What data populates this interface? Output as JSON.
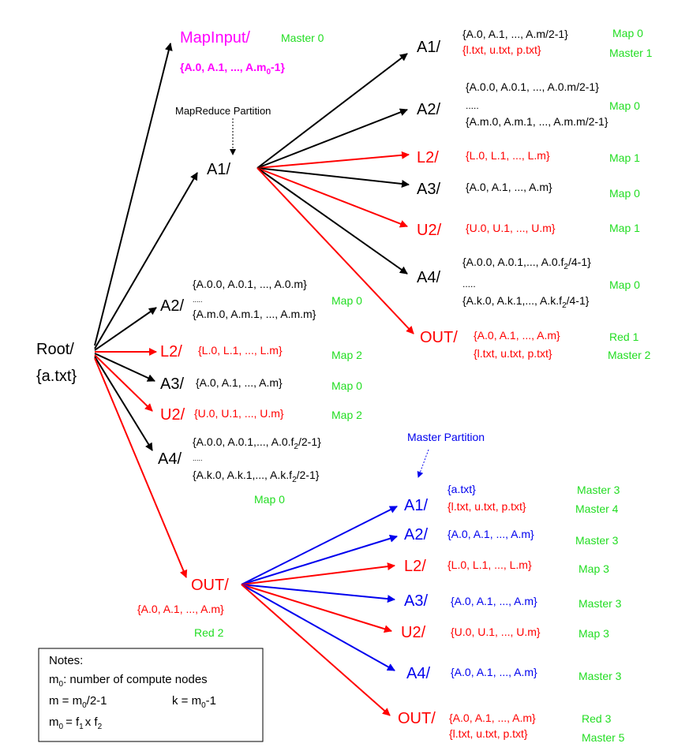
{
  "colors": {
    "black": "#000000",
    "red": "#ff0000",
    "blue": "#0000ee",
    "green": "#22dd22",
    "magenta": "#ff00ff"
  },
  "root": {
    "label": "Root/",
    "file": "{a.txt}"
  },
  "mapinput": {
    "label": "MapInput/",
    "master": "Master 0",
    "set": "{A.0, A.1, ..., A.m",
    "set_sub": "0",
    "set_tail": "-1}"
  },
  "mapreduce_partition": "MapReduce Partition",
  "master_partition": "Master Partition",
  "level1": {
    "a1": "A1/",
    "a2": {
      "label": "A2/",
      "line1": "{A.0.0, A.0.1, ..., A.0.m}",
      "dots": ".....",
      "line2": "{A.m.0, A.m.1, ..., A.m.m}",
      "map": "Map 0"
    },
    "l2": {
      "label": "L2/",
      "set": "{L.0, L.1, ..., L.m}",
      "map": "Map 2"
    },
    "a3": {
      "label": "A3/",
      "set": "{A.0, A.1, ..., A.m}",
      "map": "Map 0"
    },
    "u2": {
      "label": "U2/",
      "set": "{U.0, U.1, ..., U.m}",
      "map": "Map 2"
    },
    "a4": {
      "label": "A4/",
      "line1_pre": "{A.0.0, A.0.1,..., A.0.f",
      "line1_sub": "2",
      "line1_post": "/2-1}",
      "dots": ".....",
      "line2_pre": "{A.k.0, A.k.1,..., A.k.f",
      "line2_sub": "2",
      "line2_post": "/2-1}",
      "map": "Map 0"
    },
    "out": {
      "label": "OUT/",
      "set": "{A.0, A.1, ..., A.m}",
      "red": "Red 2"
    }
  },
  "level2_top": {
    "a1": {
      "label": "A1/",
      "set1": "{A.0, A.1, ..., A.m/2-1}",
      "set2": "{l.txt, u.txt, p.txt}",
      "map": "Map 0",
      "master": "Master 1"
    },
    "a2": {
      "label": "A2/",
      "line1": "{A.0.0, A.0.1, ..., A.0.m/2-1}",
      "dots": ".....",
      "line2": "{A.m.0, A.m.1, ..., A.m.m/2-1}",
      "map": "Map 0"
    },
    "l2": {
      "label": "L2/",
      "set": "{L.0, L.1, ..., L.m}",
      "map": "Map 1"
    },
    "a3": {
      "label": "A3/",
      "set": "{A.0, A.1, ..., A.m}",
      "map": "Map 0"
    },
    "u2": {
      "label": "U2/",
      "set": "{U.0, U.1, ..., U.m}",
      "map": "Map 1"
    },
    "a4": {
      "label": "A4/",
      "line1_pre": "{A.0.0, A.0.1,..., A.0.f",
      "line1_sub": "2",
      "line1_post": "/4-1}",
      "dots": ".....",
      "line2_pre": "{A.k.0, A.k.1,..., A.k.f",
      "line2_sub": "2",
      "line2_post": "/4-1}",
      "map": "Map 0"
    },
    "out": {
      "label": "OUT/",
      "set1": "{A.0, A.1, ..., A.m}",
      "set2": "{l.txt, u.txt, p.txt}",
      "red": "Red 1",
      "master": "Master 2"
    }
  },
  "level2_bottom": {
    "a1": {
      "label": "A1/",
      "set1": "{a.txt}",
      "set2": "{l.txt, u.txt, p.txt}",
      "master1": "Master 3",
      "master2": "Master 4"
    },
    "a2": {
      "label": "A2/",
      "set": "{A.0, A.1, ..., A.m}",
      "master": "Master 3"
    },
    "l2": {
      "label": "L2/",
      "set": "{L.0, L.1, ..., L.m}",
      "map": "Map 3"
    },
    "a3": {
      "label": "A3/",
      "set": "{A.0, A.1, ..., A.m}",
      "master": "Master 3"
    },
    "u2": {
      "label": "U2/",
      "set": "{U.0, U.1, ..., U.m}",
      "map": "Map 3"
    },
    "a4": {
      "label": "A4/",
      "set": "{A.0, A.1, ..., A.m}",
      "master": "Master 3"
    },
    "out": {
      "label": "OUT/",
      "set1": "{A.0, A.1, ..., A.m}",
      "set2": "{l.txt, u.txt, p.txt}",
      "red": "Red 3",
      "master": "Master 5"
    }
  },
  "notes": {
    "title": "Notes:",
    "l1_pre": "m",
    "l1_sub": "0",
    "l1_post": ": number of compute nodes",
    "l2_a": "m = m",
    "l2_sub": "0",
    "l2_b": "/2-1",
    "l2_c": "k = m",
    "l2_sub2": "0",
    "l2_d": "-1",
    "l3_a": "m",
    "l3_sub": "0",
    "l3_b": "= f",
    "l3_sub2": "1",
    "l3_c": "x f",
    "l3_sub3": "2"
  }
}
